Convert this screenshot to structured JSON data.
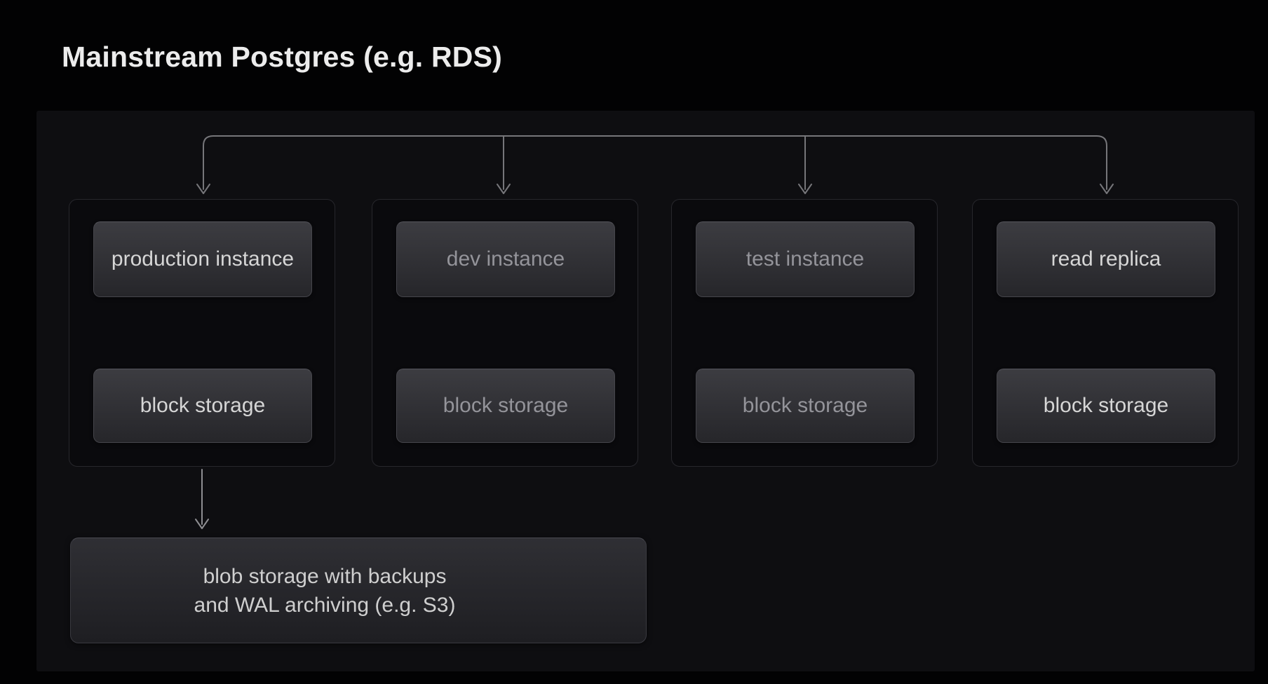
{
  "title": "Mainstream Postgres (e.g. RDS)",
  "diagram": {
    "columns": [
      {
        "instance": "production instance",
        "storage": "block storage",
        "muted": false
      },
      {
        "instance": "dev instance",
        "storage": "block storage",
        "muted": true
      },
      {
        "instance": "test instance",
        "storage": "block storage",
        "muted": true
      },
      {
        "instance": "read replica",
        "storage": "block storage",
        "muted": false
      }
    ],
    "blob": {
      "line1": "blob storage with backups",
      "line2": "and WAL archiving (e.g. S3)"
    }
  },
  "colors": {
    "background": "#020203",
    "panel": "#0e0e11",
    "group_border": "#27272c",
    "node_fill_top": "#3c3c41",
    "node_fill_bottom": "#26262a",
    "node_border": "#45454b",
    "text_bright": "#d6d6d6",
    "text_muted": "#94949a",
    "title_color": "#ececec",
    "arrow": "#8e8e92",
    "arrow_dim": "#76767a"
  }
}
